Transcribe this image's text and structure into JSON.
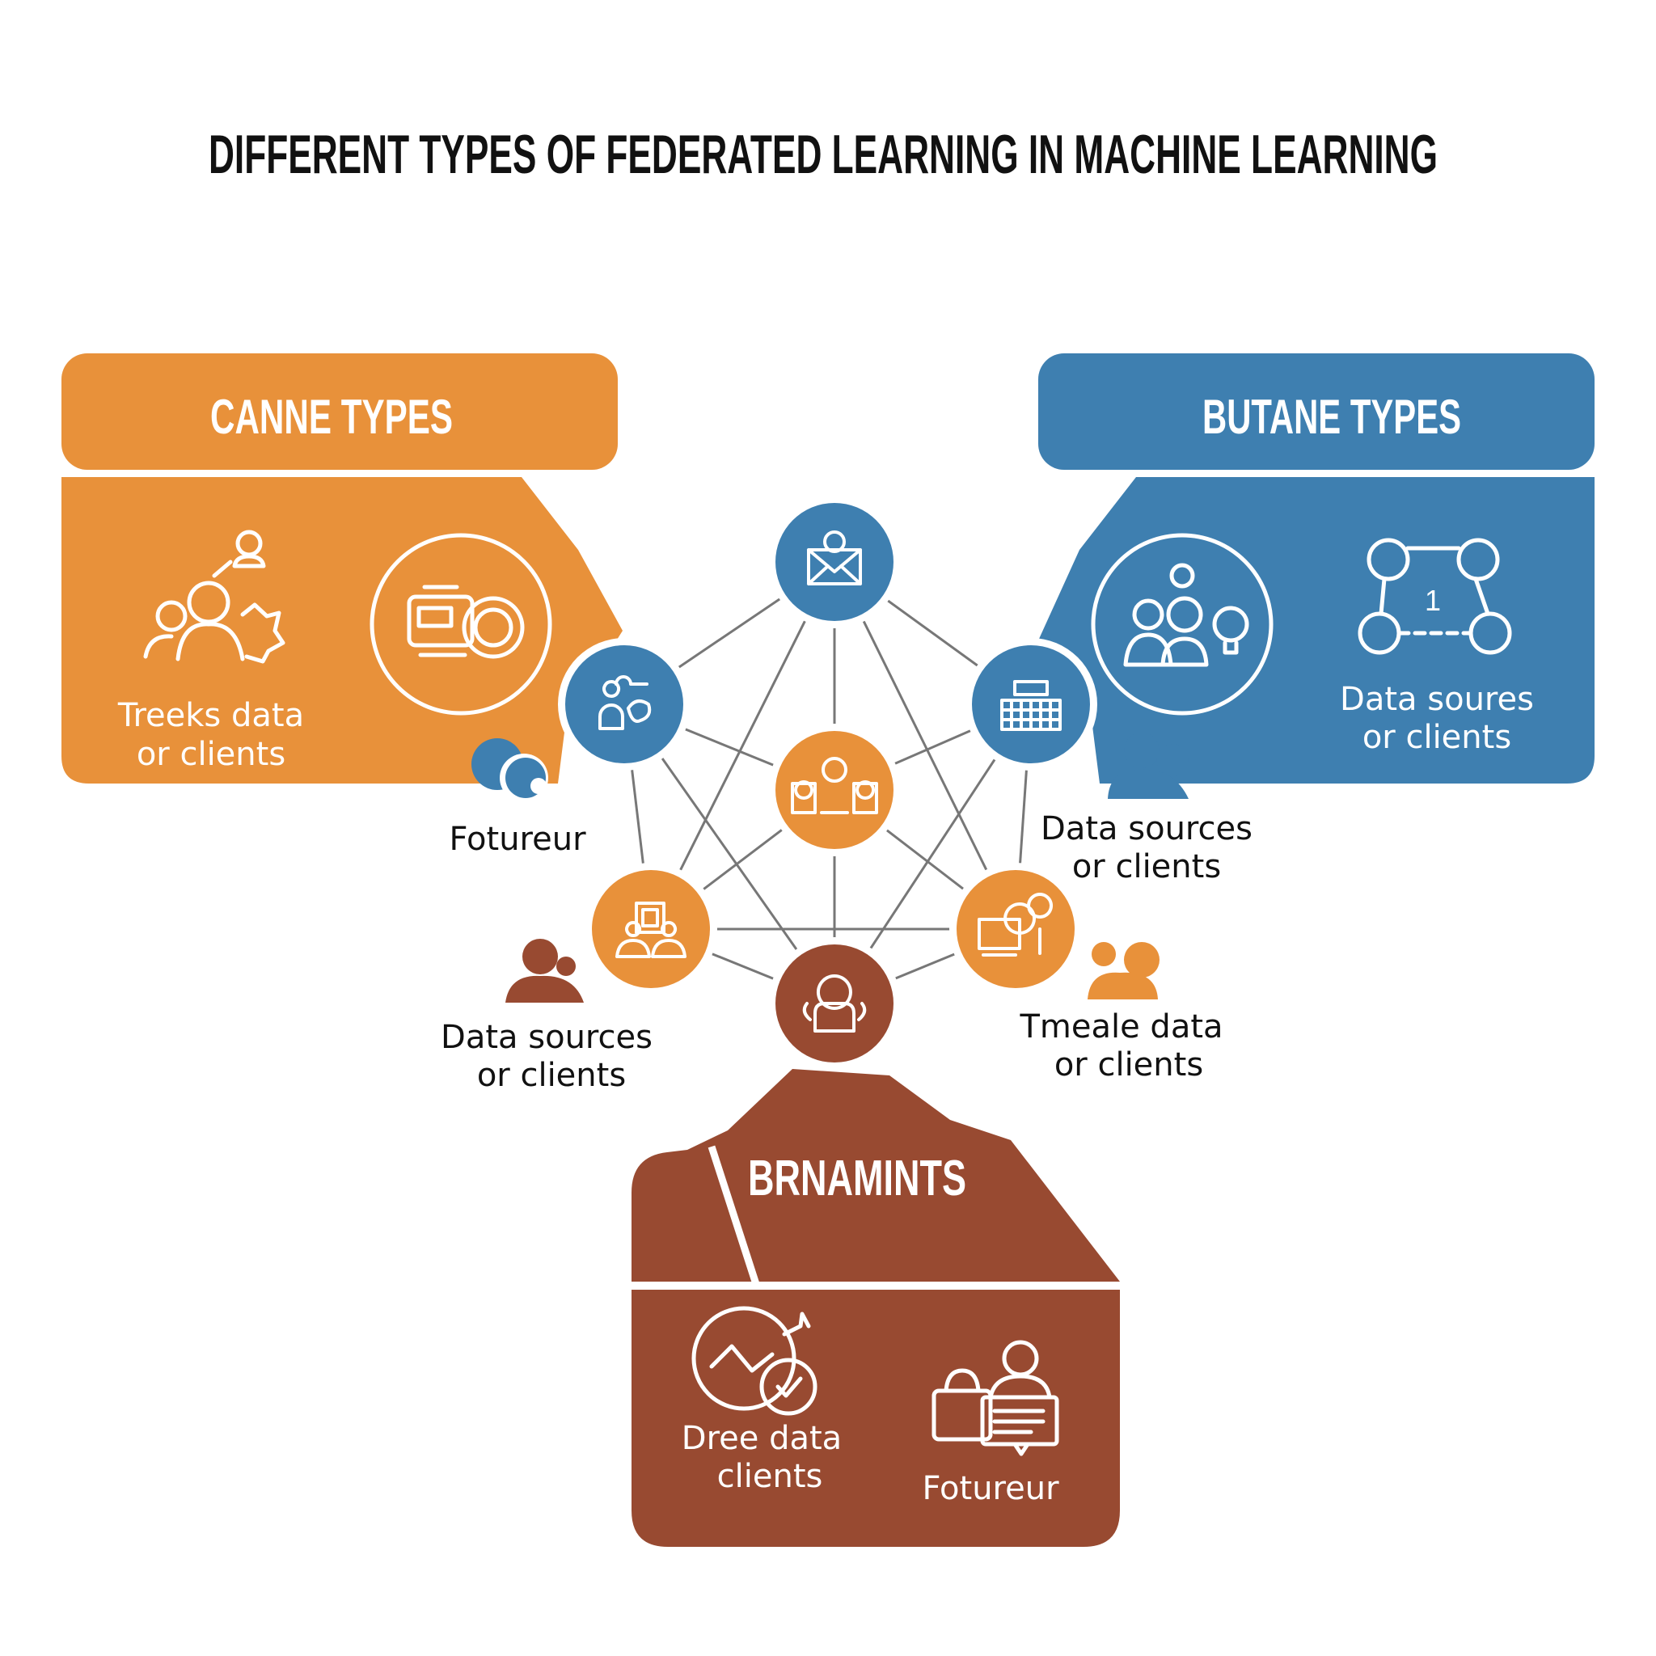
{
  "title": "DIFFERENT TYPES OF FEDERATED LEARNING IN MACHINE LEARNING",
  "colors": {
    "orange": "#E8913A",
    "blue": "#3E7FB0",
    "brown": "#984A31",
    "edge": "#777777",
    "text": "#111111"
  },
  "panels": {
    "left": {
      "heading": "CANNE TYPES",
      "caption": [
        "Treeks data",
        "or clients"
      ],
      "icons": [
        "people-group-icon",
        "camera-device-icon"
      ]
    },
    "right": {
      "heading": "BUTANE TYPES",
      "caption": [
        "Data soures",
        "or clients"
      ],
      "icons": [
        "team-idea-icon",
        "network-graph-icon"
      ]
    },
    "bottom": {
      "heading": "BRNAMINTS",
      "items": [
        {
          "caption": [
            "Dree data",
            "clients"
          ],
          "icon": "analytics-check-icon"
        },
        {
          "caption": [
            "Fotureur"
          ],
          "icon": "user-document-icon"
        }
      ]
    }
  },
  "labels": {
    "fotureur": "Fotureur",
    "right_upper": [
      "Data sources",
      "or clients"
    ],
    "left_lower": [
      "Data sources",
      "or clients"
    ],
    "right_lower": [
      "Tmeale data",
      "or clients"
    ]
  },
  "network": {
    "nodes": [
      {
        "id": "top",
        "color": "blue",
        "icon": "mail-icon"
      },
      {
        "id": "upper-left",
        "color": "blue",
        "icon": "users-world-icon"
      },
      {
        "id": "upper-right",
        "color": "blue",
        "icon": "keyboard-icon"
      },
      {
        "id": "center",
        "color": "orange",
        "icon": "server-exchange-icon"
      },
      {
        "id": "lower-left",
        "color": "orange",
        "icon": "users-monitor-icon"
      },
      {
        "id": "lower-right",
        "color": "orange",
        "icon": "device-idea-icon"
      },
      {
        "id": "bottom",
        "color": "brown",
        "icon": "person-icon"
      }
    ],
    "edges": [
      [
        "top",
        "upper-left"
      ],
      [
        "top",
        "upper-right"
      ],
      [
        "top",
        "center"
      ],
      [
        "top",
        "lower-left"
      ],
      [
        "top",
        "lower-right"
      ],
      [
        "upper-left",
        "center"
      ],
      [
        "upper-right",
        "center"
      ],
      [
        "upper-left",
        "lower-left"
      ],
      [
        "upper-right",
        "lower-right"
      ],
      [
        "upper-left",
        "bottom"
      ],
      [
        "upper-right",
        "bottom"
      ],
      [
        "center",
        "lower-left"
      ],
      [
        "center",
        "lower-right"
      ],
      [
        "center",
        "bottom"
      ],
      [
        "lower-left",
        "lower-right"
      ],
      [
        "lower-left",
        "bottom"
      ],
      [
        "lower-right",
        "bottom"
      ]
    ]
  }
}
